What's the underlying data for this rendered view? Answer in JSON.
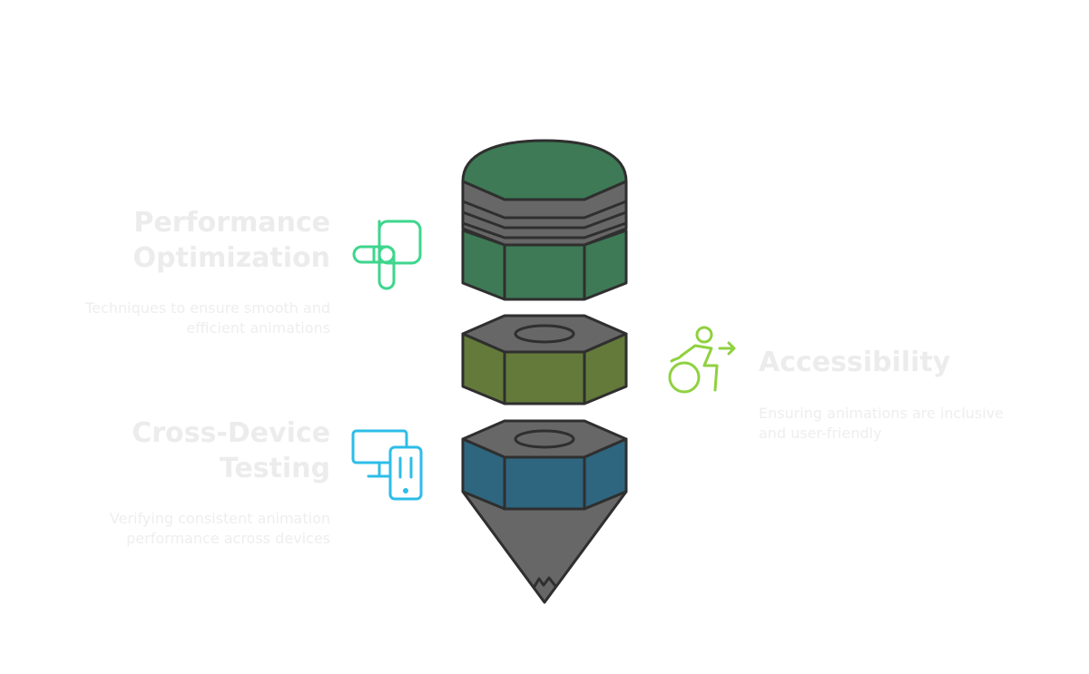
{
  "items": [
    {
      "title_lines": [
        "Performance",
        "Optimization"
      ],
      "description_lines": [
        "Techniques to ensure smooth and",
        "efficient animations"
      ],
      "icon": "pipe-flow-icon",
      "color": "#3dd68c",
      "block_color": "#3d7a55"
    },
    {
      "title_lines": [
        "Accessibility"
      ],
      "description_lines": [
        "Ensuring animations are inclusive",
        "and user-friendly"
      ],
      "icon": "wheelchair-icon",
      "color": "#8fd13f",
      "block_color": "#647a3a"
    },
    {
      "title_lines": [
        "Cross-Device",
        "Testing"
      ],
      "description_lines": [
        "Verifying consistent animation",
        "performance across devices"
      ],
      "icon": "devices-icon",
      "color": "#2dbde8",
      "block_color": "#2e6680"
    }
  ],
  "colors": {
    "metal": "#676767",
    "outline": "#2f2f2f",
    "text": "#ececec"
  }
}
